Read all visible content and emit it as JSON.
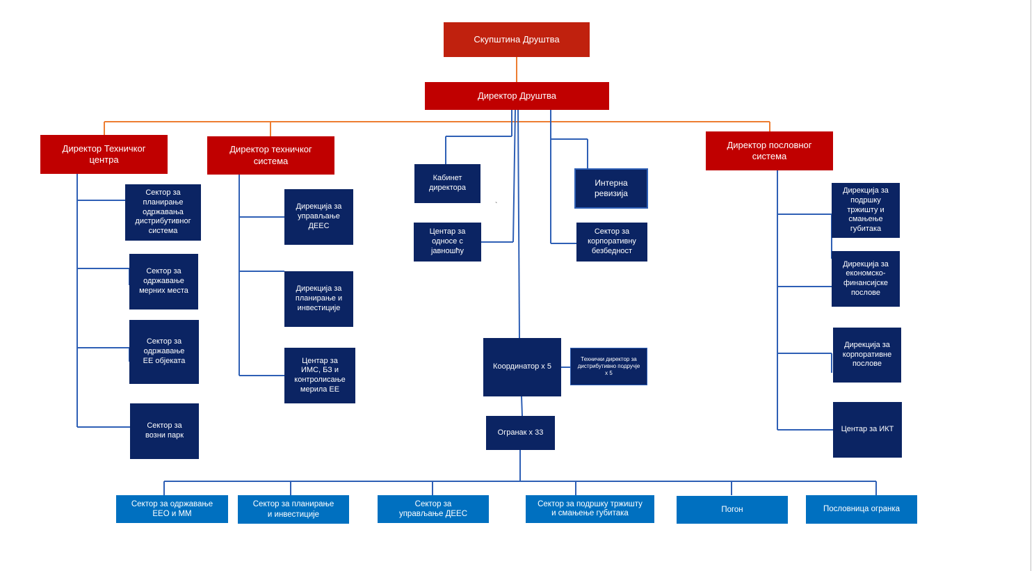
{
  "colors": {
    "top_level": "#c0210e",
    "directorate": "#c00000",
    "unit": "#0b2463",
    "branch_unit": "#0070c0",
    "connector_orange": "#ed7d31",
    "connector_blue": "#2e5fb5"
  },
  "top": {
    "assembly": "Скупштина  Друштва",
    "director": "Директор Друштва"
  },
  "directors": {
    "technical_centre": "Директор  Техничког центра",
    "technical_system": "Директор  техничког система",
    "business_system": "Директор  пословног система"
  },
  "technical_centre": [
    "Сектор за планирање одржавања дистрибутивног система",
    "Сектор за одржавање мерних места",
    "Сектор за одржавање ЕЕ објеката",
    "Сектор за возни парк"
  ],
  "technical_system": [
    "Дирекција за управљање ДЕЕС",
    "Дирекција за планирање и инвестиције",
    "Центар за ИМС,  БЗ и контролисање мерила ЕЕ"
  ],
  "central": {
    "cabinet": "Кабинет директора",
    "public_relations": "Центар за односе с јавношћу",
    "internal_audit": "Интерна ревизија",
    "corporate_security": "Сектор за корпоративну безбедност",
    "coordinator": "Координатор х 5",
    "tech_director_area": "Технички директор за дистрибутивно подручје х 5",
    "branch": "Огранак х 33",
    "stray_mark": "`"
  },
  "business_system": [
    "Дирекција за подршку тржишту и смањење губитака",
    "Дирекција за економско-финансијске послове",
    "Дирекција за корпоративне послове",
    "Центар за ИКТ"
  ],
  "branch_units": [
    "Сектор за  одржавање ЕЕО и ММ",
    "Сектор за  планирање и инвестиције",
    "Сектор за  управљање ДЕЕС",
    "Сектор за подршку тржишту и смањење губитака",
    "Погон",
    "Пословница огранка"
  ]
}
